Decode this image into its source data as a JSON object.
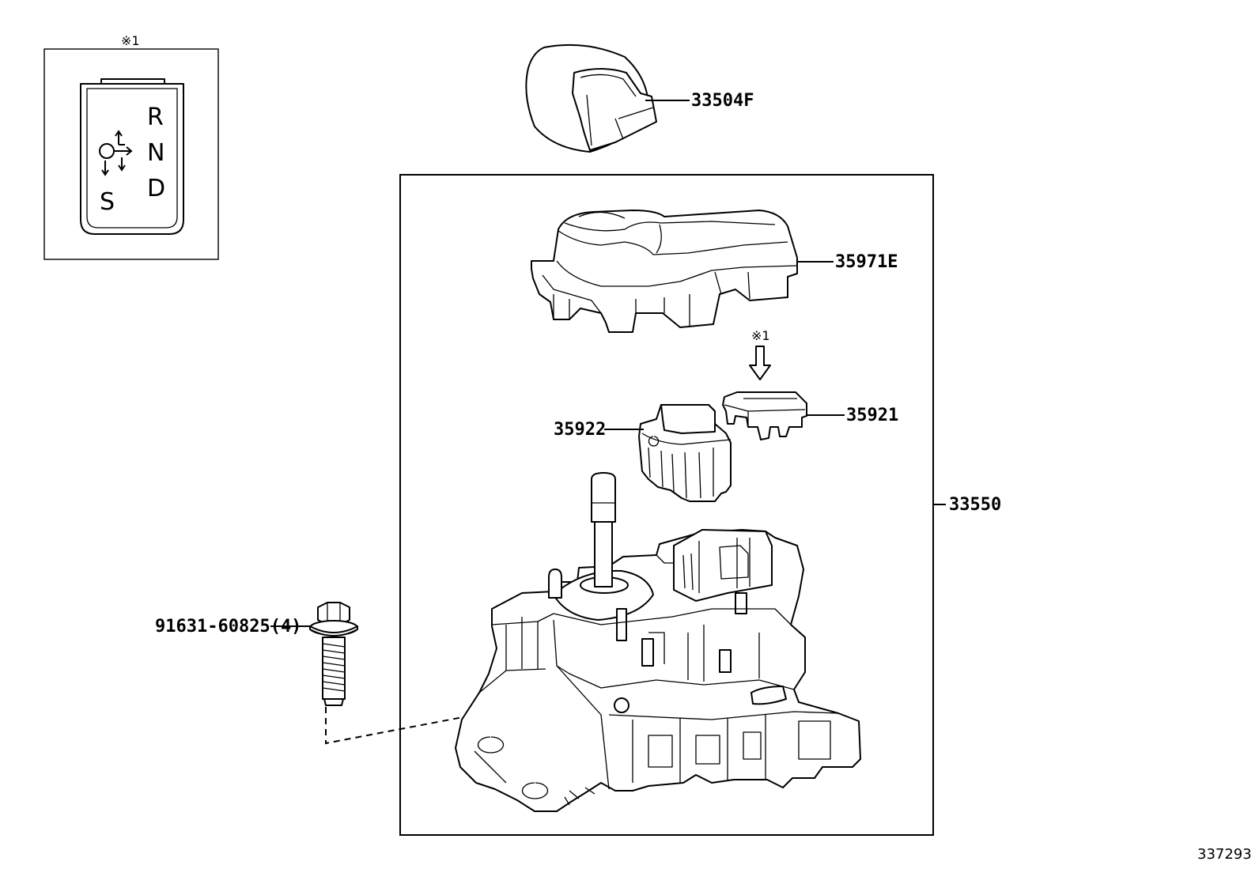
{
  "inset": {
    "note_mark": "※1",
    "gate_letters": [
      "R",
      "N",
      "D"
    ],
    "s_letter": "S"
  },
  "callouts": {
    "knob": "33504F",
    "cover": "35971E",
    "note_mark": "※1",
    "switch_35921": "35921",
    "switch_35922": "35922",
    "assembly": "33550",
    "bolt": "91631-60825(4)"
  },
  "reference_id": "337293"
}
